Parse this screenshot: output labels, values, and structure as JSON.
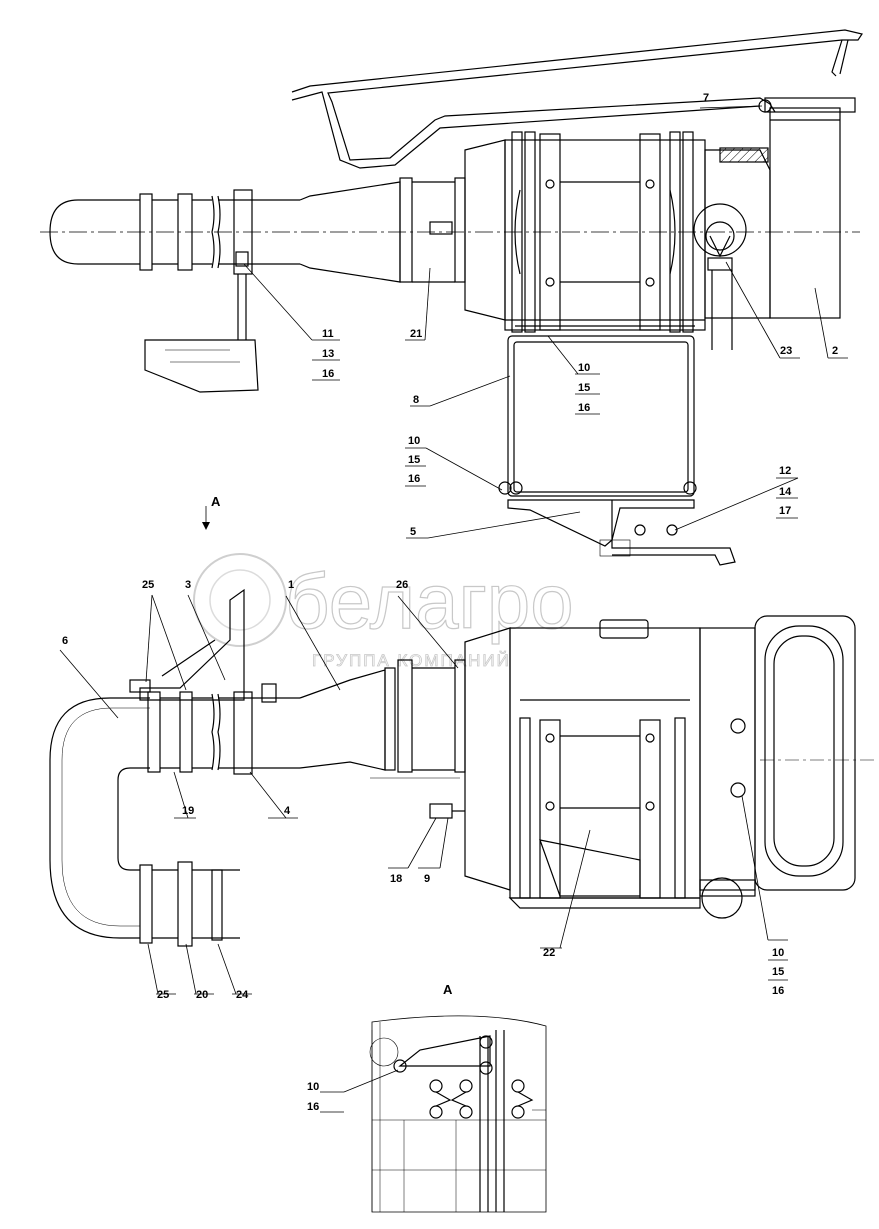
{
  "corner_mark": "",
  "watermark": {
    "brand": "белагро",
    "subtitle": "ГРУППА КОМПАНИЙ"
  },
  "view_label": "A",
  "top_view": {
    "callouts": [
      {
        "num": "7"
      },
      {
        "num": "11"
      },
      {
        "num": "13"
      },
      {
        "num": "16"
      },
      {
        "num": "21"
      },
      {
        "num": "10"
      },
      {
        "num": "15"
      },
      {
        "num": "16"
      },
      {
        "num": "23"
      },
      {
        "num": "2"
      },
      {
        "num": "8"
      },
      {
        "num": "10"
      },
      {
        "num": "15"
      },
      {
        "num": "16"
      },
      {
        "num": "12"
      },
      {
        "num": "14"
      },
      {
        "num": "17"
      },
      {
        "num": "5"
      }
    ]
  },
  "front_view": {
    "callouts": [
      {
        "num": "25"
      },
      {
        "num": "3"
      },
      {
        "num": "1"
      },
      {
        "num": "26"
      },
      {
        "num": "6"
      },
      {
        "num": "19"
      },
      {
        "num": "4"
      },
      {
        "num": "18"
      },
      {
        "num": "9"
      },
      {
        "num": "22"
      },
      {
        "num": "10"
      },
      {
        "num": "15"
      },
      {
        "num": "16"
      },
      {
        "num": "25"
      },
      {
        "num": "20"
      },
      {
        "num": "24"
      }
    ]
  },
  "detail_view": {
    "title": "A",
    "callouts": [
      {
        "num": "10"
      },
      {
        "num": "16"
      }
    ]
  }
}
